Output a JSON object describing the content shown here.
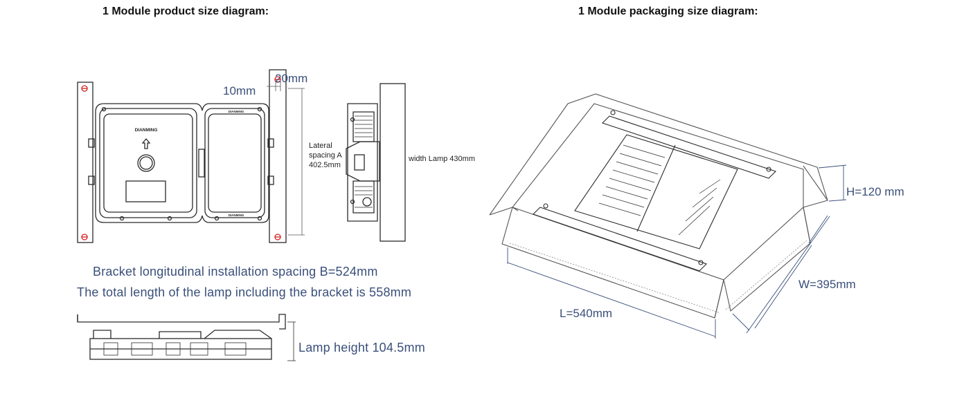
{
  "headers": {
    "product": "1 Module product size diagram:",
    "packaging": "1 Module packaging size diagram:"
  },
  "product_dims": {
    "top_offset": "20mm",
    "side_offset": "10mm",
    "lateral_line1": "Lateral",
    "lateral_line2": "spacing A",
    "lateral_line3": "402.5mm",
    "width_lamp": "width Lamp 430mm",
    "logo_text": "DIANMING"
  },
  "captions": {
    "bracket": "Bracket longitudinal installation spacing B=524mm",
    "total": "The total length of the lamp including the bracket is 558mm",
    "height": "Lamp height 104.5mm"
  },
  "package_dims": {
    "height": "H=120 mm",
    "width": "W=395mm",
    "length": "L=540mm"
  },
  "colors": {
    "line": "#2a2a2a",
    "dimension": "#3a4f7a",
    "marker": "#d62020"
  }
}
